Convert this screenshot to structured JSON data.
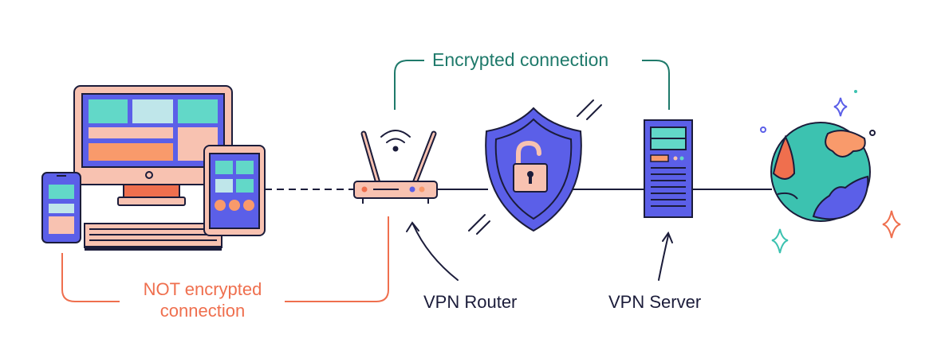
{
  "labels": {
    "encrypted": "Encrypted connection",
    "not_encrypted_line1": "NOT encrypted",
    "not_encrypted_line2": "connection",
    "vpn_router": "VPN Router",
    "vpn_server": "VPN Server"
  },
  "icons": [
    "desktop-monitor-icon",
    "phone-icon",
    "tablet-icon",
    "keyboard-icon",
    "router-icon",
    "wifi-icon",
    "shield-lock-icon",
    "server-icon",
    "globe-icon",
    "sparkle-icon"
  ],
  "colors": {
    "outline": "#1b1c3a",
    "accent_blue": "#5b5fe8",
    "pink": "#f8c2b1",
    "teal": "#62d8c8",
    "coral": "#ef6f4e",
    "orange": "#f99a6b",
    "encrypted_green": "#1f7a6b",
    "globe_teal": "#3cc2b0"
  }
}
